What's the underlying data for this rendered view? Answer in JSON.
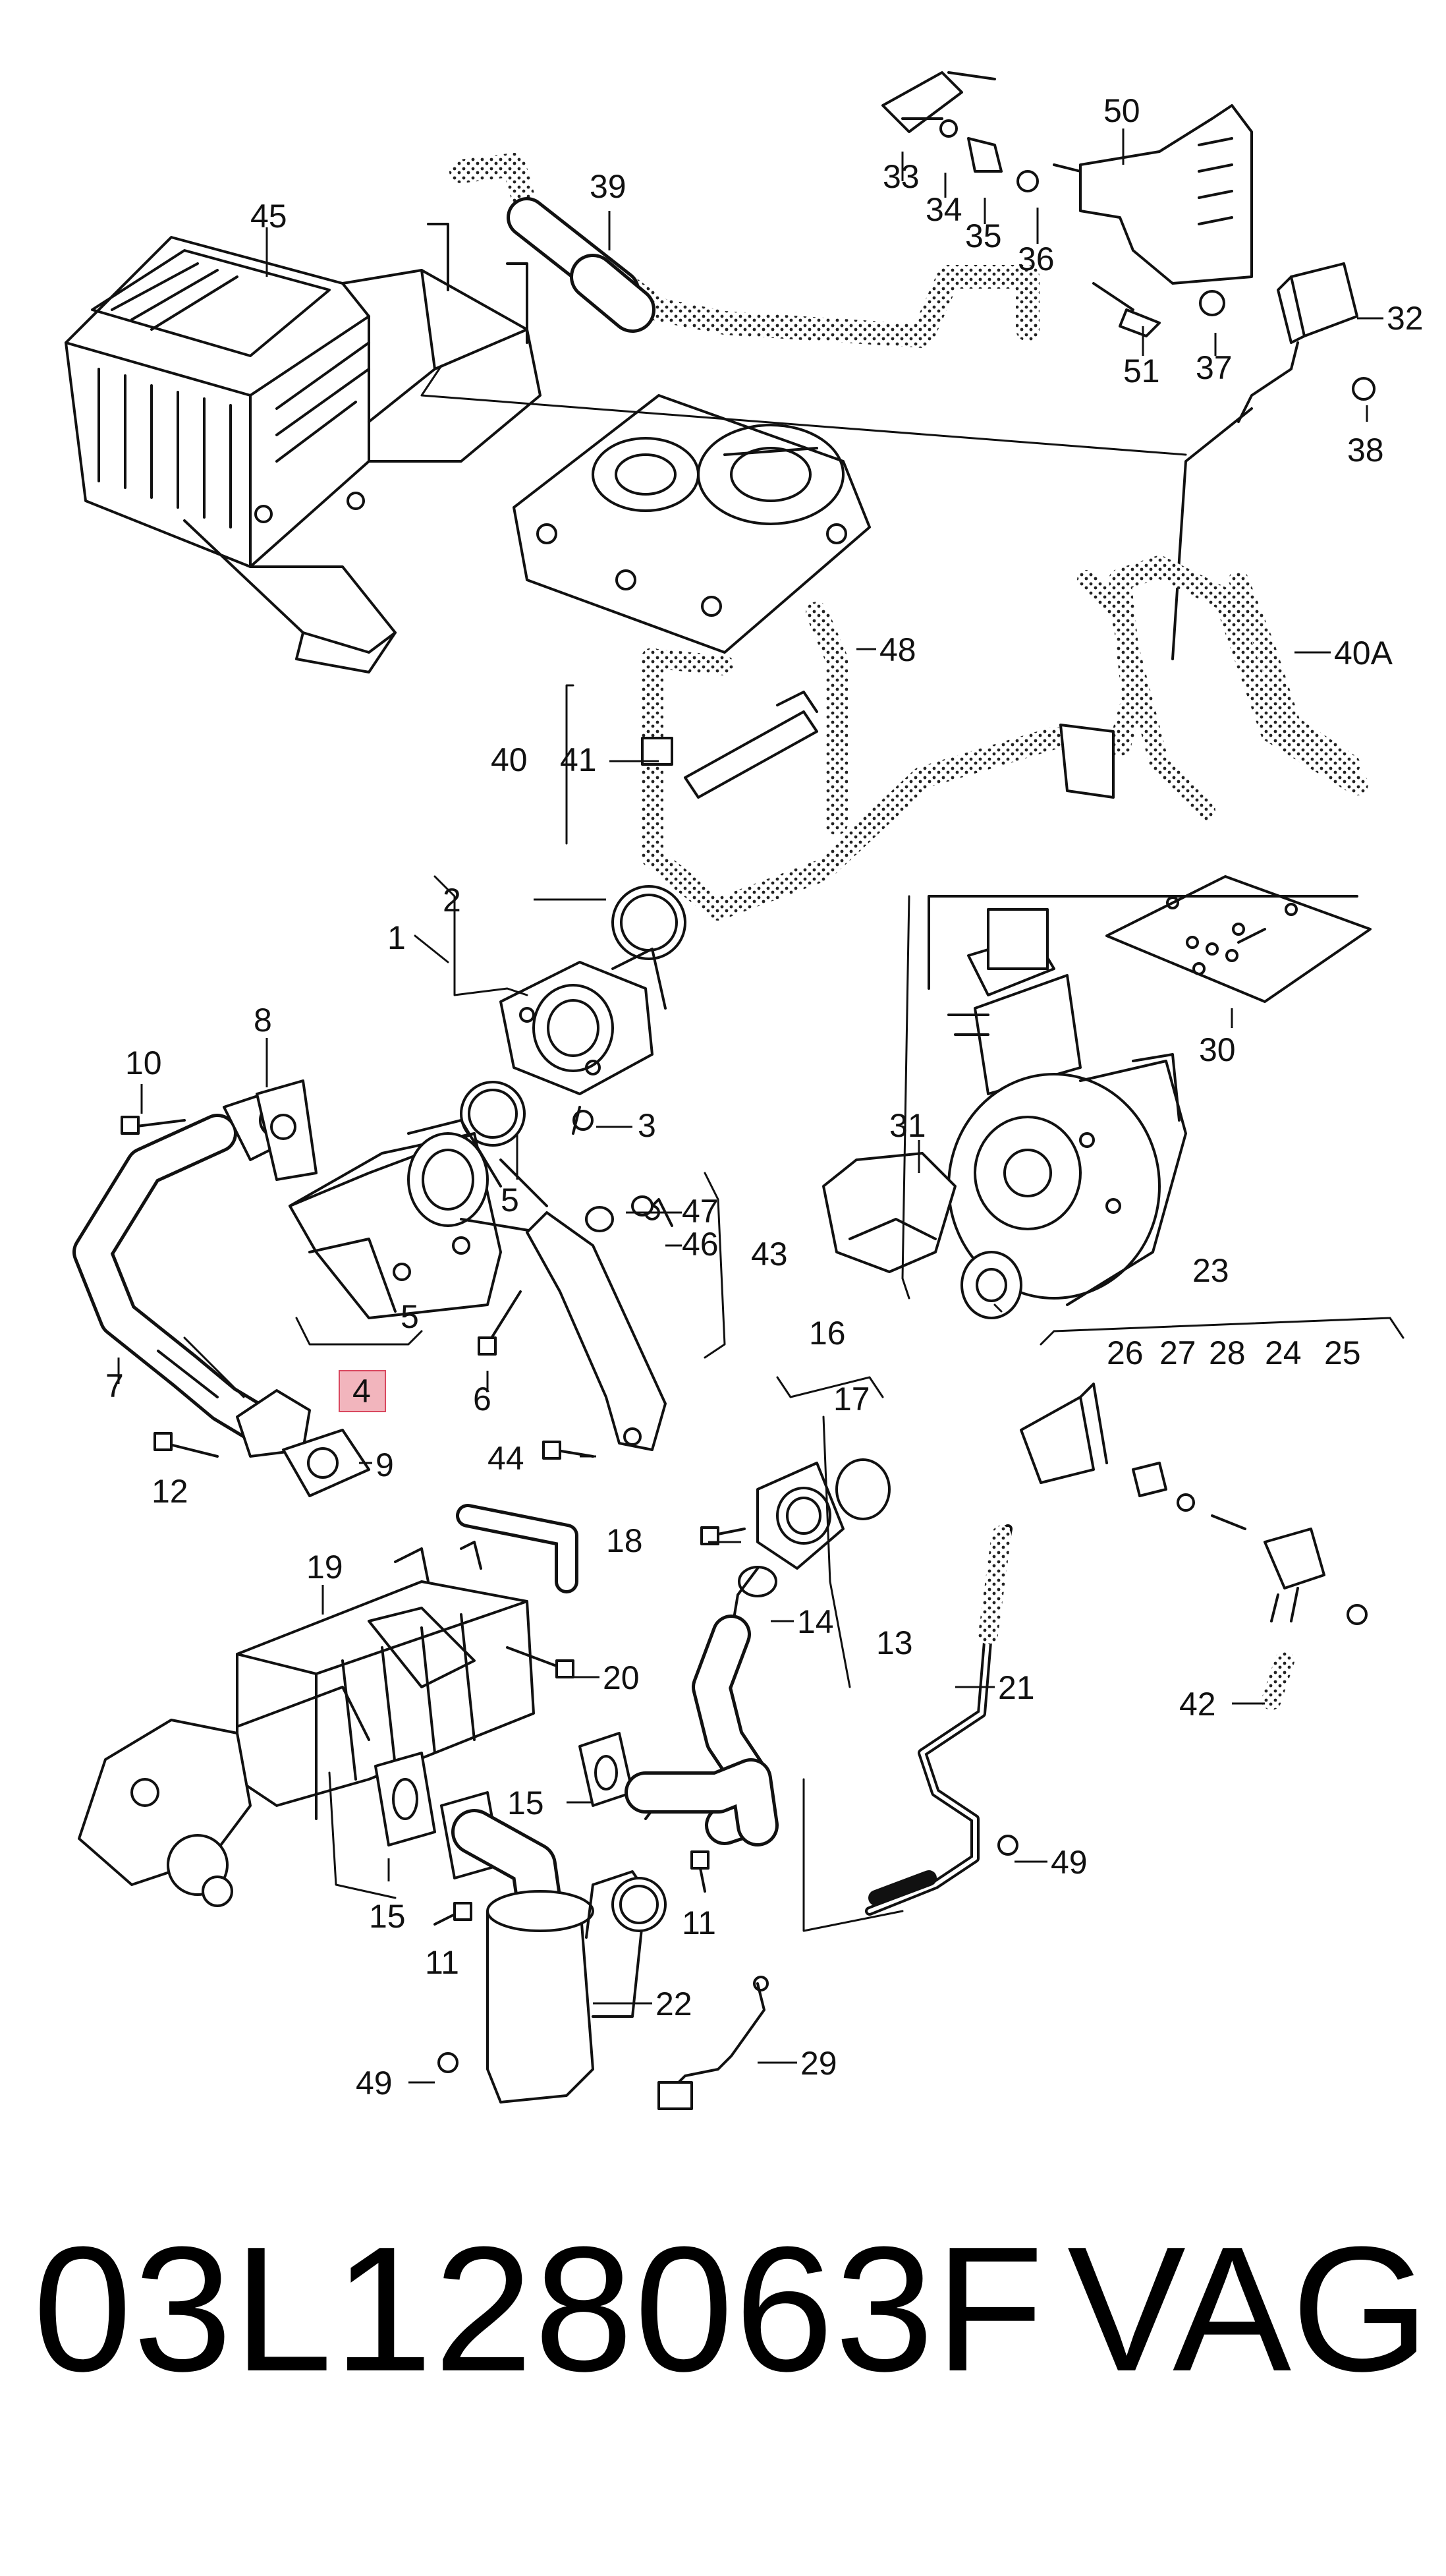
{
  "labels": {
    "l1": "1",
    "l2": "2",
    "l3": "3",
    "l4": "4",
    "l5a": "5",
    "l5b": "5",
    "l6": "6",
    "l7": "7",
    "l8": "8",
    "l9": "9",
    "l10": "10",
    "l11a": "11",
    "l11b": "11",
    "l12": "12",
    "l13": "13",
    "l14": "14",
    "l15a": "15",
    "l15b": "15",
    "l16": "16",
    "l17": "17",
    "l18": "18",
    "l19": "19",
    "l20": "20",
    "l21": "21",
    "l22": "22",
    "l23": "23",
    "l24": "24",
    "l25": "25",
    "l26": "26",
    "l27": "27",
    "l28": "28",
    "l29": "29",
    "l30": "30",
    "l31": "31",
    "l32": "32",
    "l33": "33",
    "l34": "34",
    "l35": "35",
    "l36": "36",
    "l37": "37",
    "l38": "38",
    "l39": "39",
    "l40": "40",
    "l40a": "40A",
    "l41": "41",
    "l42": "42",
    "l43": "43",
    "l44": "44",
    "l45": "45",
    "l46": "46",
    "l47": "47",
    "l48": "48",
    "l49a": "49",
    "l49b": "49",
    "l50": "50",
    "l51": "51"
  },
  "highlight": {
    "color": "#f2b5bd",
    "border": "#d9485f"
  },
  "footer": {
    "part_number": "03L128063F",
    "brand": "VAG"
  }
}
